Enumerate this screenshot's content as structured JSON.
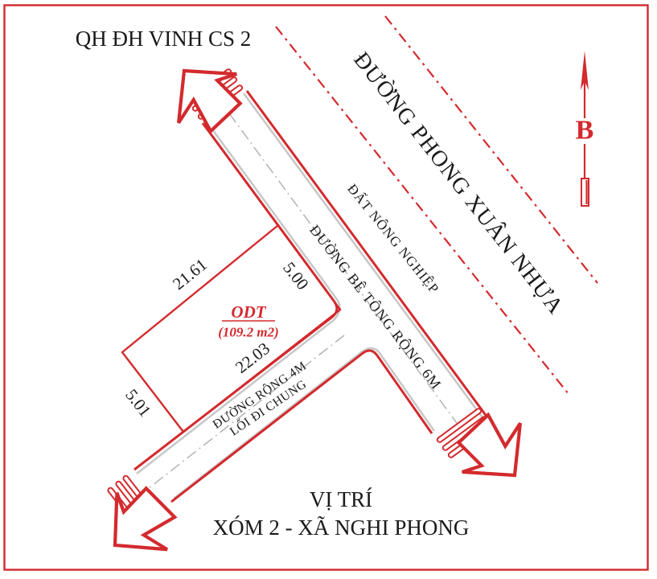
{
  "plan": {
    "top_label": "QH ĐH VINH CS 2",
    "compass": {
      "label": "B"
    },
    "location": {
      "line1": "VỊ TRÍ",
      "line2": "XÓM 2 - XÃ NGHI PHONG"
    },
    "roads": {
      "asphalt_road": "ĐƯỜNG PHONG XUÂN NHỰA",
      "agricultural_land": "ĐẤT NÔNG NGHIỆP",
      "concrete_road": "ĐƯỜNG BÊ TÔNG RỘNG 6M",
      "alley_line1": "ĐƯỜNG RỘNG 4M",
      "alley_line2": "LỐI ĐI CHUNG"
    },
    "parcel": {
      "land_use_code": "ODT",
      "area": "(109.2 m2)",
      "dims": {
        "nw": "21.61",
        "ne": "5.00",
        "se": "22.03",
        "sw": "5.01"
      }
    },
    "colors": {
      "accent_red": "#d32a2e",
      "text_black": "#1a1a1a",
      "road_gray": "#c8c8c8",
      "centerline_gray": "#b3b3b3"
    }
  }
}
